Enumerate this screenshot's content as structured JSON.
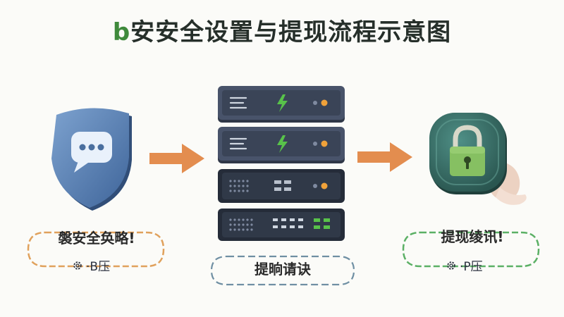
{
  "title": {
    "lead": "b",
    "rest": "安安全设置与提现流程示意图"
  },
  "steps": [
    {
      "label": "褩安全奂略!",
      "sub": "·B压",
      "icon": "chat-bubble-icon",
      "loop_color": "#e0a15c"
    },
    {
      "label": "提晌请诀",
      "icon": "server-rack-icon",
      "loop_color": "#6f8fa3"
    },
    {
      "label": "提现绫讯!",
      "sub": "·P压",
      "icon": "padlock-icon",
      "loop_color": "#5bb065"
    }
  ],
  "colors": {
    "arrow": "#e38d4f",
    "shield": "#5e85b5",
    "server": "#3c4556",
    "status_green": "#58c24a",
    "status_amber": "#f0a23a",
    "lock_green": "#7fba5e"
  }
}
